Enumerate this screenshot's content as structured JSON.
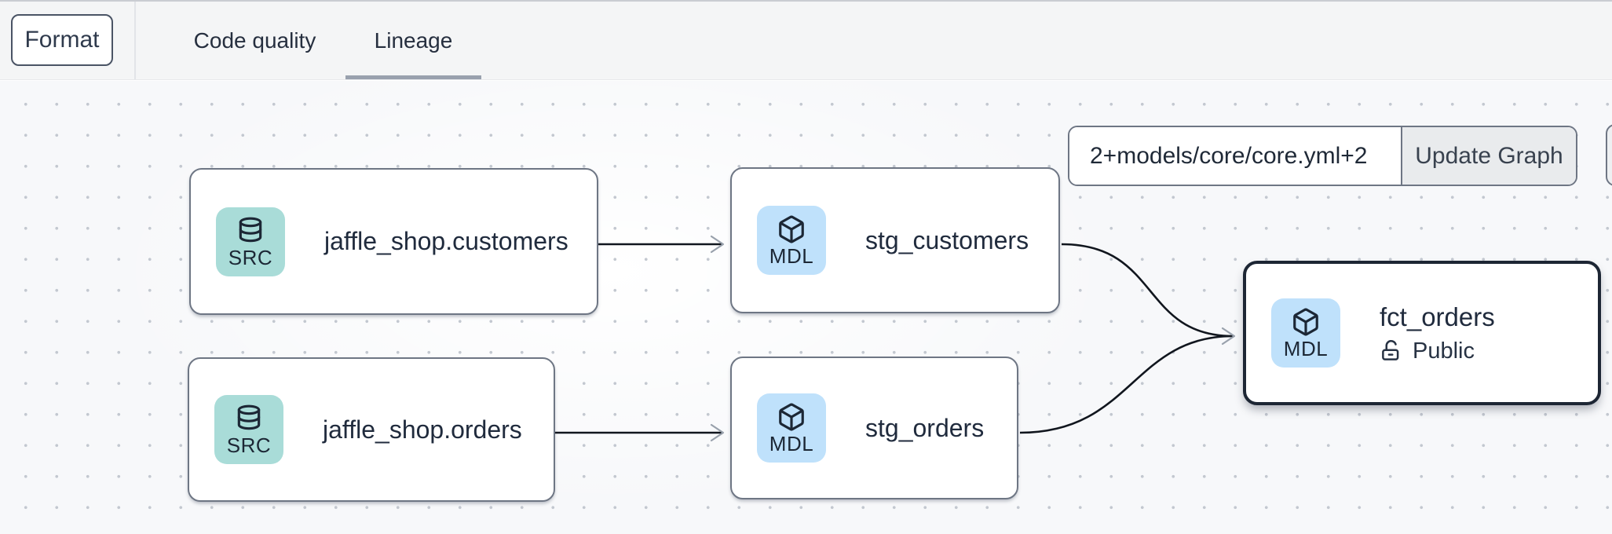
{
  "header": {
    "format_button": "Format",
    "tabs": [
      {
        "label": "Code quality",
        "active": false
      },
      {
        "label": "Lineage",
        "active": true
      }
    ]
  },
  "toolbar": {
    "selector_value": "2+models/core/core.yml+2",
    "update_button": "Update Graph"
  },
  "canvas": {
    "nodes": {
      "src_customers": {
        "badge": "SRC",
        "label": "jaffle_shop.customers",
        "type": "source"
      },
      "src_orders": {
        "badge": "SRC",
        "label": "jaffle_shop.orders",
        "type": "source"
      },
      "stg_customers": {
        "badge": "MDL",
        "label": "stg_customers",
        "type": "model"
      },
      "stg_orders": {
        "badge": "MDL",
        "label": "stg_orders",
        "type": "model"
      },
      "fct_orders": {
        "badge": "MDL",
        "label": "fct_orders",
        "access": "Public",
        "type": "model",
        "selected": true
      }
    },
    "edges": [
      {
        "from": "src_customers",
        "to": "stg_customers"
      },
      {
        "from": "src_orders",
        "to": "stg_orders"
      },
      {
        "from": "stg_customers",
        "to": "fct_orders"
      },
      {
        "from": "stg_orders",
        "to": "fct_orders"
      }
    ]
  },
  "colors": {
    "accent_src": "#a9dcd8",
    "accent_mdl": "#bfe1fb",
    "node_border": "#6e7684",
    "selected_border": "#1d2634",
    "edge": "#11161e",
    "arrowhead": "#99a1ac",
    "text_dark": "#202b3d",
    "header_bg": "#f4f5f6",
    "canvas_bg": "#f7f8fa",
    "dot": "#c3c8d0",
    "tab_underline": "#99a1ae",
    "button_bg": "#e9ebed"
  }
}
